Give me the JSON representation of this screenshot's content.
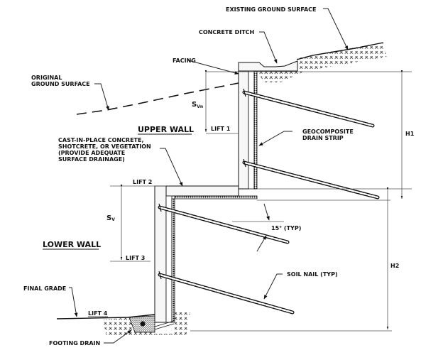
{
  "labels": {
    "existing_ground_surface": "EXISTING GROUND SURFACE",
    "concrete_ditch": "CONCRETE DITCH",
    "facing": "FACING",
    "original_ground_surface_line1": "ORIGINAL",
    "original_ground_surface_line2": "GROUND SURFACE",
    "svn": "S",
    "svn_sub": "Vn",
    "lift1": "LIFT 1",
    "upper_wall": "UPPER WALL",
    "cast_line1": "CAST-IN-PLACE CONCRETE,",
    "cast_line2": "SHOTCRETE, OR VEGETATION",
    "cast_line3": "(PROVIDE ADEQUATE",
    "cast_line4": "SURFACE DRAINAGE)",
    "geocomposite_line1": "GEOCOMPOSITE",
    "geocomposite_line2": "DRAIN STRIP",
    "h1": "H1",
    "lift2": "LIFT 2",
    "sv": "S",
    "sv_sub": "V",
    "angle": "15° (TYP)",
    "lower_wall": "LOWER WALL",
    "lift3": "LIFT 3",
    "h2": "H2",
    "soil_nail": "SOIL NAIL (TYP)",
    "final_grade": "FINAL GRADE",
    "lift4": "LIFT 4",
    "footing_drain": "FOOTING DRAIN"
  },
  "colors": {
    "ink": "#111111",
    "dim_line": "#555555",
    "background": "#ffffff"
  }
}
